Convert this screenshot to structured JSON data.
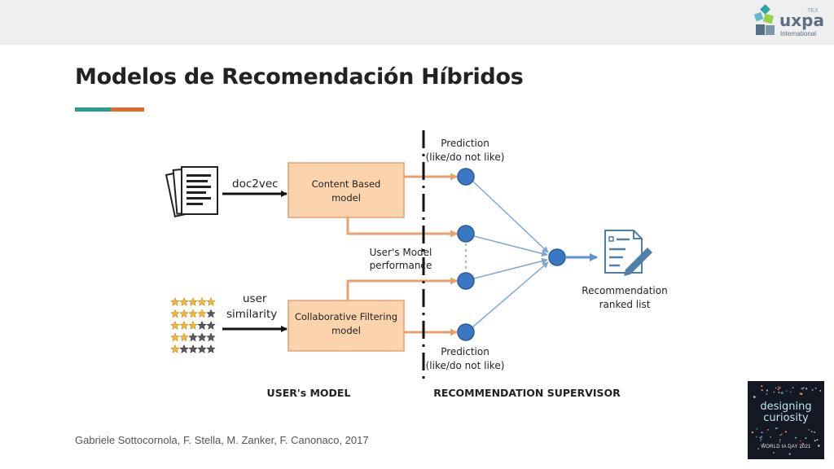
{
  "slide": {
    "title": "Modelos de Recomendación Híbridos",
    "citation": "Gabriele Sottocornola, F. Stella, M. Zanker, F. Canonaco, 2017"
  },
  "logo": {
    "name": "uxpa-international-logo",
    "brand": "uxpa",
    "subtitle": "International",
    "chapter": "TEX"
  },
  "badge": {
    "line1": "designing",
    "line2": "curiosity",
    "footer": "WORLD IA DAY 2021"
  },
  "diagram": {
    "input_top": "doc2vec",
    "input_bottom_line1": "user",
    "input_bottom_line2": "similarity",
    "box_top_line1": "Content Based",
    "box_top_line2": "model",
    "box_bottom_line1": "Collaborative Filtering",
    "box_bottom_line2": "model",
    "prediction_top_line1": "Prediction",
    "prediction_top_line2": "(like/do not like)",
    "prediction_bottom_line1": "Prediction",
    "prediction_bottom_line2": "(like/do not like)",
    "performance_line1": "User's Model",
    "performance_line2": "performance",
    "output_line1": "Recommendation",
    "output_line2": "ranked list",
    "section_left": "USER's MODEL",
    "section_right": "RECOMMENDATION SUPERVISOR"
  },
  "colors": {
    "accent_teal": "#2a9d8f",
    "accent_orange": "#e06a2c",
    "box_fill": "#fbd3ad",
    "orange_arrow": "#e8a16e",
    "node_blue": "#3b78c3",
    "blue_arrow": "#7fa9d3"
  }
}
